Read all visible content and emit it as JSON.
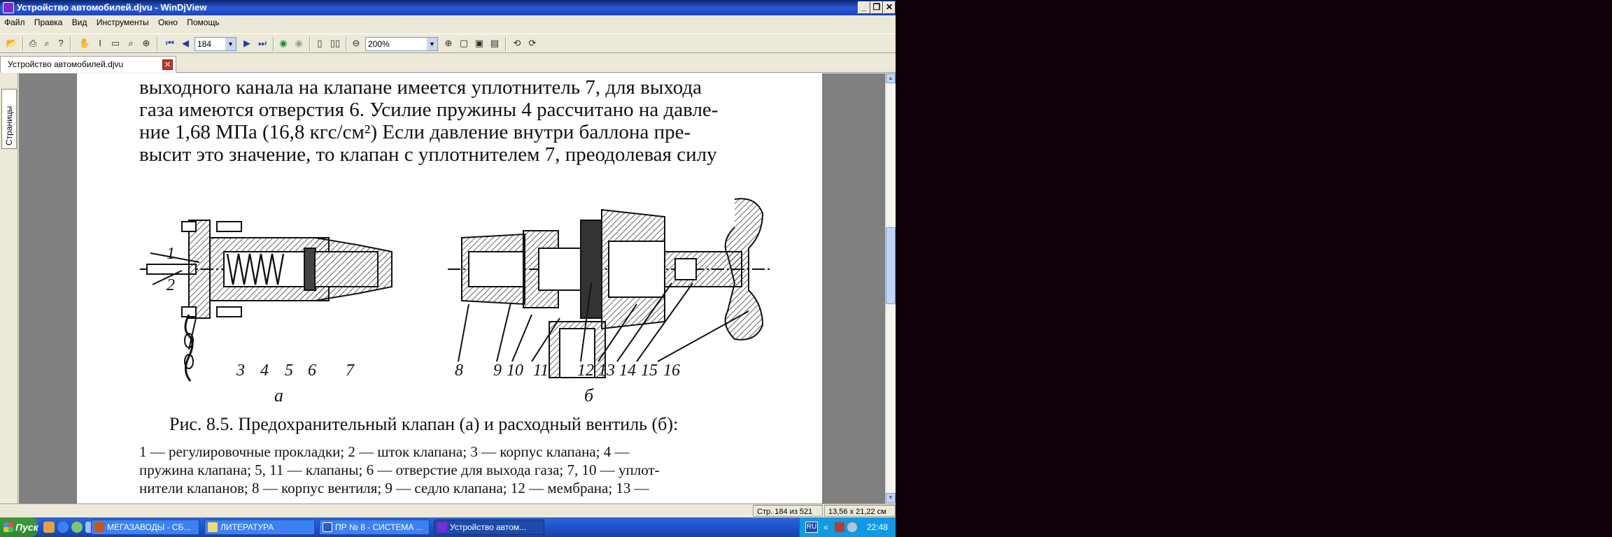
{
  "window": {
    "title": "Устройство автомобилей.djvu - WinDjView",
    "controls": {
      "minimize": "_",
      "restore": "❐",
      "close": "✕"
    }
  },
  "menu": [
    "Файл",
    "Правка",
    "Вид",
    "Инструменты",
    "Окно",
    "Помощь"
  ],
  "toolbar": {
    "page_number": "184",
    "zoom": "200%",
    "icons": [
      "open-icon",
      "print-icon",
      "find-icon",
      "help-icon",
      "hand-tool-icon",
      "select-tool-icon",
      "rect-select-icon",
      "zoom-icon",
      "zoom-rect-icon",
      "first-page-icon",
      "prev-page-icon",
      "next-page-icon",
      "last-page-icon",
      "back-icon",
      "forward-icon",
      "single-page-icon",
      "two-pages-icon",
      "zoom-out-icon",
      "zoom-in-icon",
      "fit-page-icon",
      "fit-width-icon",
      "actual-size-icon",
      "rotate-left-icon",
      "rotate-right-icon"
    ]
  },
  "tab": {
    "label": "Устройство автомобилей.djvu",
    "close": "✕"
  },
  "side_panel": {
    "tab_label": "Страницы"
  },
  "document": {
    "lines": [
      "выходного канала на клапане имеется уплотнитель 7, для выхода",
      "газа имеются отверстия 6. Усилие пружины 4 рассчитано на давле-",
      "ние 1,68 МПа (16,8 кгс/см²)   Если давление внутри баллона пре-",
      "высит это значение, то клапан с уплотнителем 7, преодолевая силу"
    ],
    "figure": {
      "left_numbers": [
        "1",
        "2"
      ],
      "bottom_numbers_a": [
        "3",
        "4",
        "5",
        "6",
        "7"
      ],
      "bottom_numbers_b": [
        "8",
        "9",
        "10",
        "11",
        "12",
        "13",
        "14",
        "15",
        "16"
      ],
      "label_a": "а",
      "label_b": "б"
    },
    "caption": "Рис. 8.5. Предохранительный клапан (а) и расходный вентиль (б):",
    "legend": [
      "1 — регулировочные прокладки; 2 — шток клапана; 3 — корпус клапана; 4 —",
      "пружина клапана; 5, 11 — клапаны; 6 — отверстие для выхода газа; 7, 10 — уплот-",
      "нители клапанов; 8 — корпус вентиля; 9 — седло клапана; 12 — мембрана; 13 —"
    ]
  },
  "status": {
    "page": "Стр. 184 из 521",
    "size": "13,56 x 21,22 см"
  },
  "taskbar": {
    "start": "Пуск",
    "tasks": [
      "МЕГАЗАВОДЫ - СБ...",
      "ЛИТЕРАТУРА",
      "ПР № 8 - СИСТЕМА ...",
      "Устройство автом..."
    ],
    "lang": "RU",
    "clock": "22:48"
  }
}
